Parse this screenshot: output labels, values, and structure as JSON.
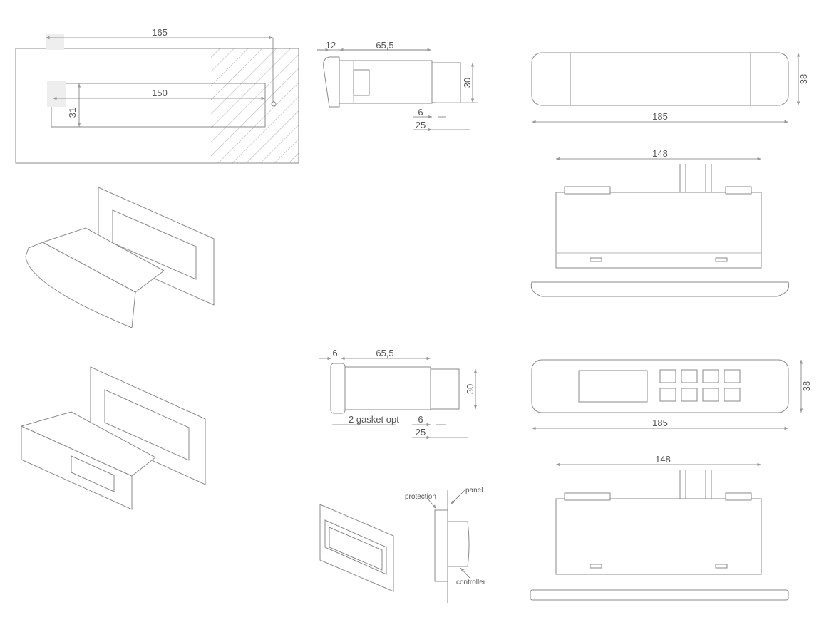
{
  "panel_cutout": {
    "overall_width": "165",
    "cutout_width": "150",
    "cutout_height": "31"
  },
  "side_view_standard": {
    "front_depth": "12",
    "body_depth": "65,5",
    "height": "30",
    "connector_offset": "6",
    "connector_depth": "25"
  },
  "top_view_standard": {
    "height": "38",
    "width": "185"
  },
  "top_section_standard": {
    "body_width": "148"
  },
  "side_view_gasket": {
    "front_depth": "6",
    "body_depth": "65,5",
    "gasket_note": "2 gasket opt",
    "height": "30",
    "connector_offset": "6",
    "connector_depth": "25"
  },
  "front_view_keypad": {
    "height": "38",
    "width": "185"
  },
  "top_section_keypad": {
    "body_width": "148"
  },
  "mounting_detail": {
    "protection_label": "protection",
    "panel_label": "panel",
    "controller_label": "controller"
  }
}
